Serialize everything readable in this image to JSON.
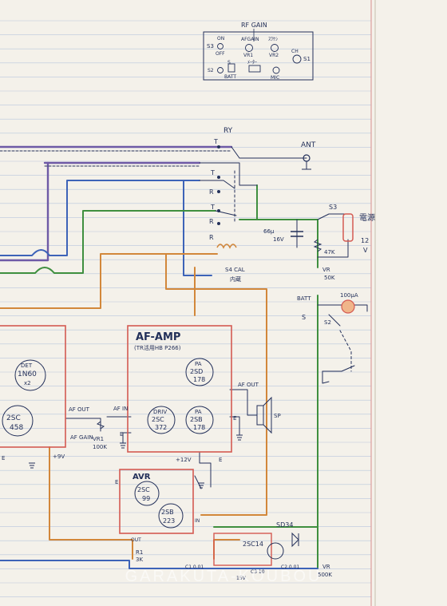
{
  "panel": {
    "rf_gain": "RF GAIN",
    "af_gain": "AFGAIN",
    "tuning_kana": "ｽﾜｹｼ",
    "on": "ON",
    "off": "OFF",
    "s3": "S3",
    "vr1": "VR1",
    "vr2": "VR2",
    "ch": "CH",
    "s1": "S1",
    "s": "S",
    "meter_kana": "ﾒｰﾀｰ",
    "s2": "S2",
    "batt": "BATT",
    "mic": "MIC"
  },
  "relay": {
    "ry": "RY",
    "t_contacts": [
      "T",
      "T",
      "T"
    ],
    "r_contacts": [
      "R",
      "R",
      "R"
    ],
    "ant": "ANT",
    "s4_cal": "S4 CAL",
    "builtin": "内蔵"
  },
  "power": {
    "s3": "S3",
    "supply": "電源",
    "volts_12": "12",
    "volts_unit": "V",
    "cap_66": "66μ",
    "cap_16v": "16V",
    "r_47k": "47K",
    "vr_label": "VR",
    "vr_50k": "50K",
    "batt": "BATT",
    "meter_100ua": "100μA",
    "s": "S",
    "s2": "S2"
  },
  "det_block": {
    "det": "DET",
    "det_part": "1N60",
    "det_count": "x2",
    "transistor": "2SC",
    "transistor_num": "458",
    "af_out": "AF OUT",
    "af_gain": "AF GAIN",
    "vr1": "VR1",
    "vr1_value": "100K",
    "plus_9v": "+9V",
    "e": "E"
  },
  "af_amp": {
    "title": "AF-AMP",
    "ref": "(TR活用HB P266)",
    "pa_top": "PA",
    "pa_top_part": "2SD",
    "pa_top_num": "178",
    "af_in": "AF IN",
    "driv": "DRIV",
    "driv_part": "2SC",
    "driv_num": "372",
    "pa_bottom": "PA",
    "pa_bottom_part": "2SB",
    "pa_bottom_num": "178",
    "af_out": "AF OUT",
    "sp": "SP",
    "e_left": "E",
    "e_right": "E",
    "e_bottom": "E",
    "plus_12v": "+12V"
  },
  "avr": {
    "title": "AVR",
    "e": "E",
    "q1": "2SC",
    "q1_num": "99",
    "q2": "2SB",
    "q2_num": "223",
    "out": "OUT",
    "in": "IN"
  },
  "regulator": {
    "diode": "SD34",
    "transistor": "2SC14",
    "r1": "R1",
    "r1_value": "3K",
    "c1": "C1 0.01",
    "c2": "C2 0.01",
    "c3": "C3 10",
    "v15": "15V",
    "vr": "VR",
    "vr_value": "500K"
  },
  "watermark": "GARAKUTA-KOUBOU",
  "colors": {
    "paper": "#f4f1ea",
    "rule": "#b9c6dc",
    "margin": "#d98e8e",
    "ink": "#23305a",
    "purple": "#6e5aa6",
    "blue": "#3d63b8",
    "green": "#3f8f3f",
    "orange": "#d2873a",
    "red": "#d45a52"
  }
}
